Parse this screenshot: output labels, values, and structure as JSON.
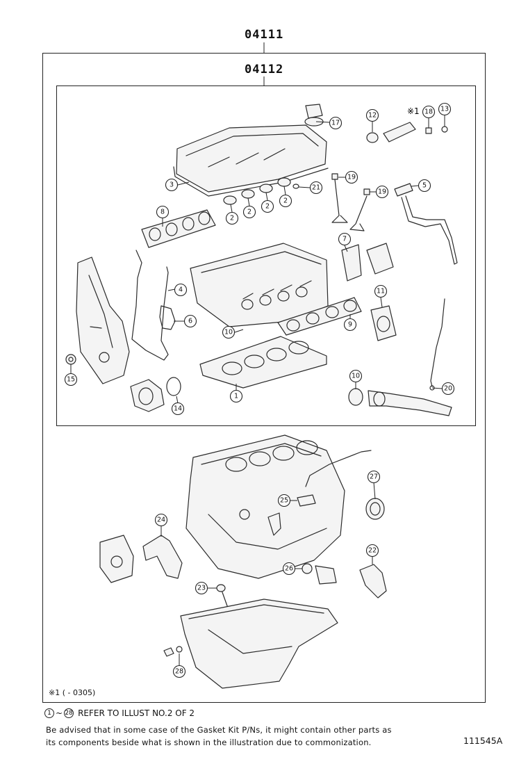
{
  "part_codes": {
    "outer": "04111",
    "inner": "04112"
  },
  "callouts": [
    "1",
    "2",
    "2",
    "2",
    "2",
    "3",
    "4",
    "5",
    "6",
    "7",
    "8",
    "9",
    "10",
    "10",
    "11",
    "12",
    "13",
    "14",
    "15",
    "17",
    "18",
    "19",
    "19",
    "20",
    "21",
    "22",
    "23",
    "24",
    "25",
    "26",
    "27",
    "28"
  ],
  "footnote": {
    "mark": "※1",
    "text": "※1 (        - 0305)"
  },
  "reference": {
    "from": "1",
    "to": "28",
    "sep": "~",
    "text": "REFER TO ILLUST NO.2 OF 2"
  },
  "notes": {
    "line1": "Be advised that in some case of the Gasket Kit P/Ns,  it might contain other parts as",
    "line2": "its components beside what is shown in the illustration due to commonization."
  },
  "figure_id": "111545A"
}
